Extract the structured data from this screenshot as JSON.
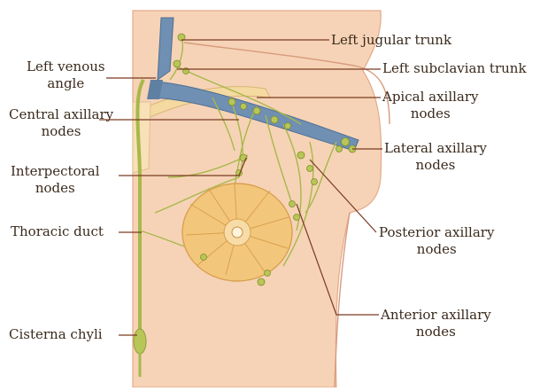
{
  "labels": {
    "left_jugular_trunk": "Left jugular trunk",
    "left_subclavian_trunk": "Left subclavian trunk",
    "apical_axillary_nodes": [
      "Apical axillary",
      "nodes"
    ],
    "lateral_axillary_nodes": [
      "Lateral axillary",
      "nodes"
    ],
    "posterior_axillary_nodes": [
      "Posterior axillary",
      "nodes"
    ],
    "anterior_axillary_nodes": [
      "Anterior axillary",
      "nodes"
    ],
    "left_venous_angle": [
      "Left venous",
      "angle"
    ],
    "central_axillary_nodes": [
      "Central axillary",
      "nodes"
    ],
    "interpectoral_nodes": [
      "Interpectoral",
      "nodes"
    ],
    "thoracic_duct": "Thoracic duct",
    "cisterna_chyli": "Cisterna chyli"
  },
  "colors": {
    "skin": "#f6d3b6",
    "skin_dark": "#eab894",
    "vein": "#6f8fb3",
    "lymph": "#a7b84a",
    "breast": "#f3c77b",
    "leader": "#7a3b22",
    "text": "#3a2a1c"
  }
}
